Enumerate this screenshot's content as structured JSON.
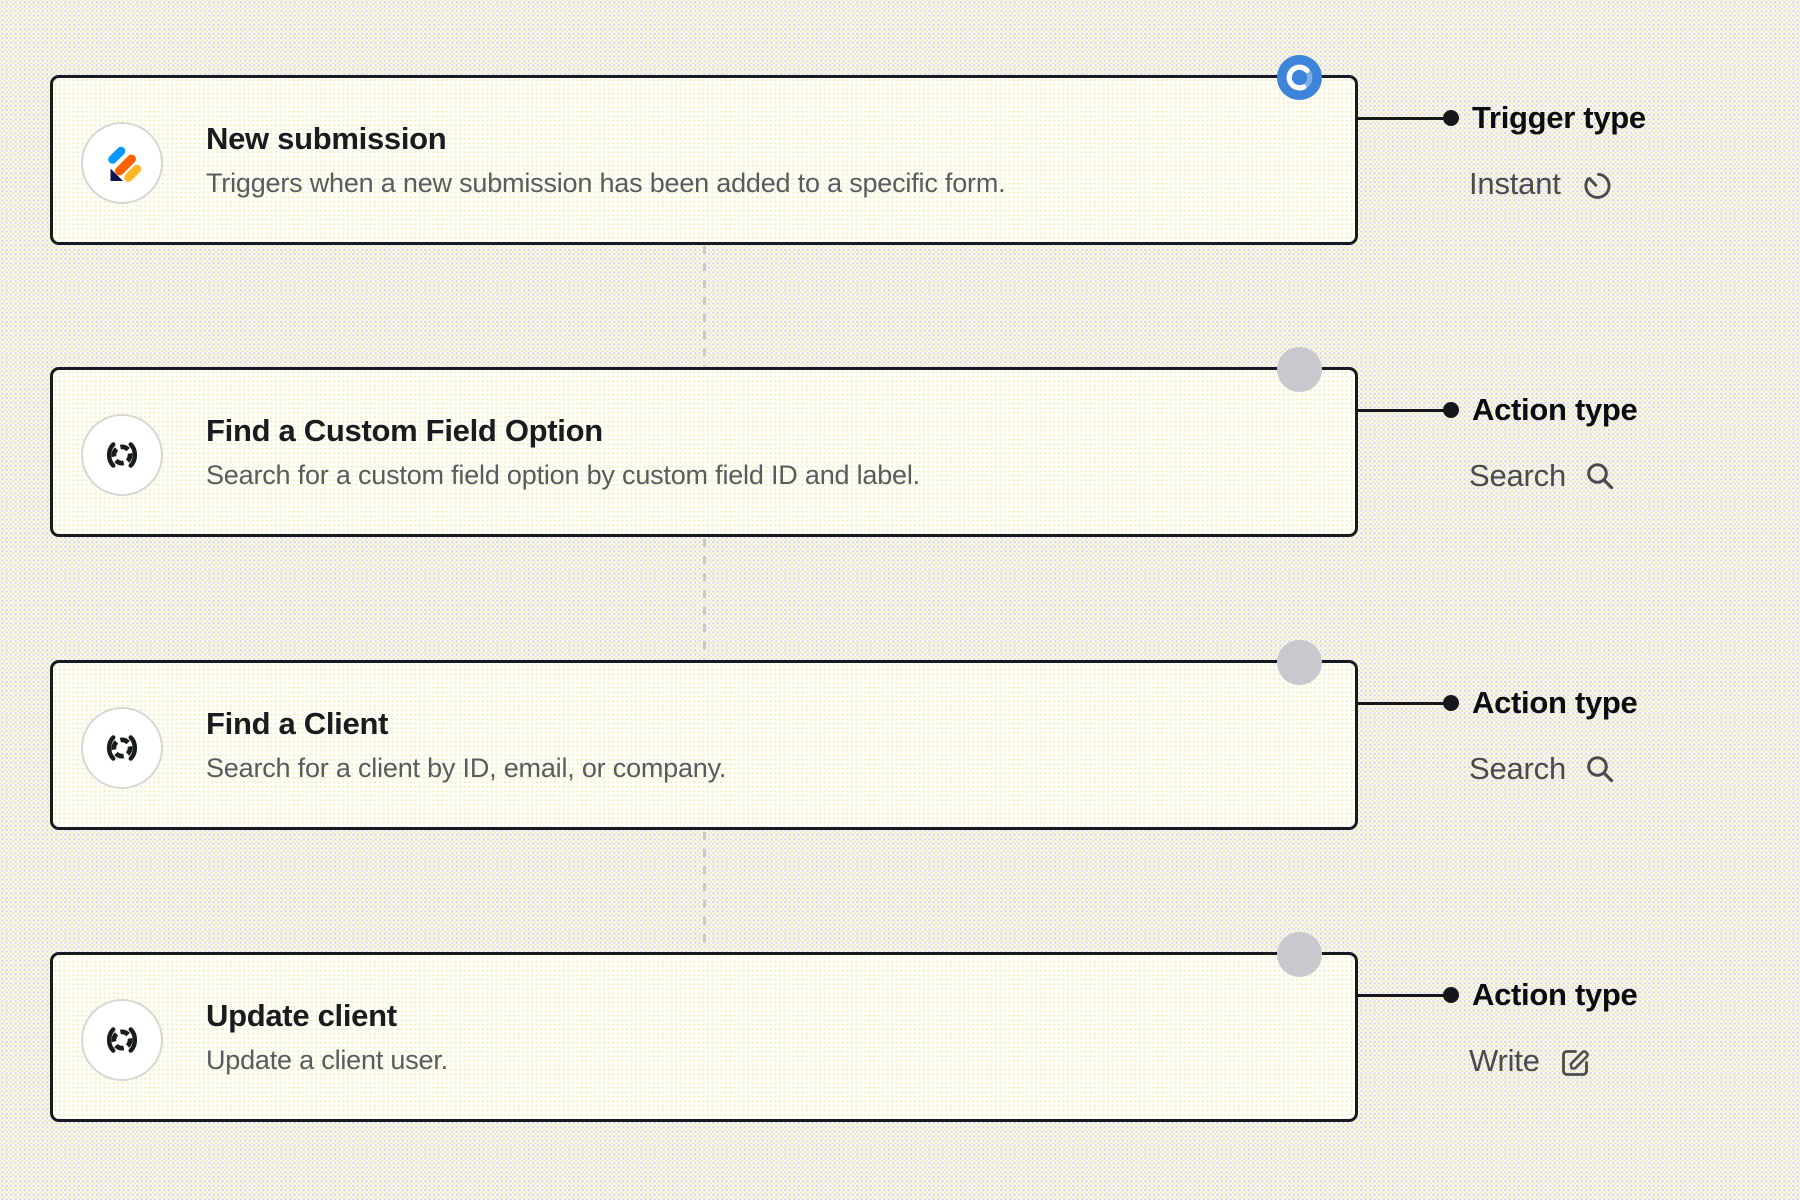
{
  "canvas": {
    "steps": [
      {
        "title": "New submission",
        "description": "Triggers when a new submission has been added to a specific form.",
        "icon": "jotform-logo",
        "status_icon": "loading-spinner",
        "annotation": {
          "label": "Trigger type",
          "value": "Instant",
          "value_icon": "stopwatch"
        }
      },
      {
        "title": "Find a Custom Field Option",
        "description": "Search for a custom field option by custom field ID and label.",
        "icon": "paren-c-logo",
        "status_icon": "gray-dot",
        "annotation": {
          "label": "Action type",
          "value": "Search",
          "value_icon": "magnifier"
        }
      },
      {
        "title": "Find a Client",
        "description": "Search for a client by ID, email, or company.",
        "icon": "paren-c-logo",
        "status_icon": "gray-dot",
        "annotation": {
          "label": "Action type",
          "value": "Search",
          "value_icon": "magnifier"
        }
      },
      {
        "title": "Update client",
        "description": "Update a client user.",
        "icon": "paren-c-logo",
        "status_icon": "gray-dot",
        "annotation": {
          "label": "Action type",
          "value": "Write",
          "value_icon": "edit-pencil"
        }
      }
    ],
    "colors": {
      "accent_blue": "#3d84da",
      "idle_dot_gray": "#c9c8ce",
      "card_border": "#171a1f",
      "title_text": "#1a1b1e",
      "description_text": "#5a5b5c",
      "label_text": "#0c0d0e",
      "value_text": "#4b4b4d",
      "jotform_blue": "#0099ff",
      "jotform_orange": "#ff6100",
      "jotform_amber": "#ffb629",
      "jotform_navy": "#0a1551"
    }
  }
}
